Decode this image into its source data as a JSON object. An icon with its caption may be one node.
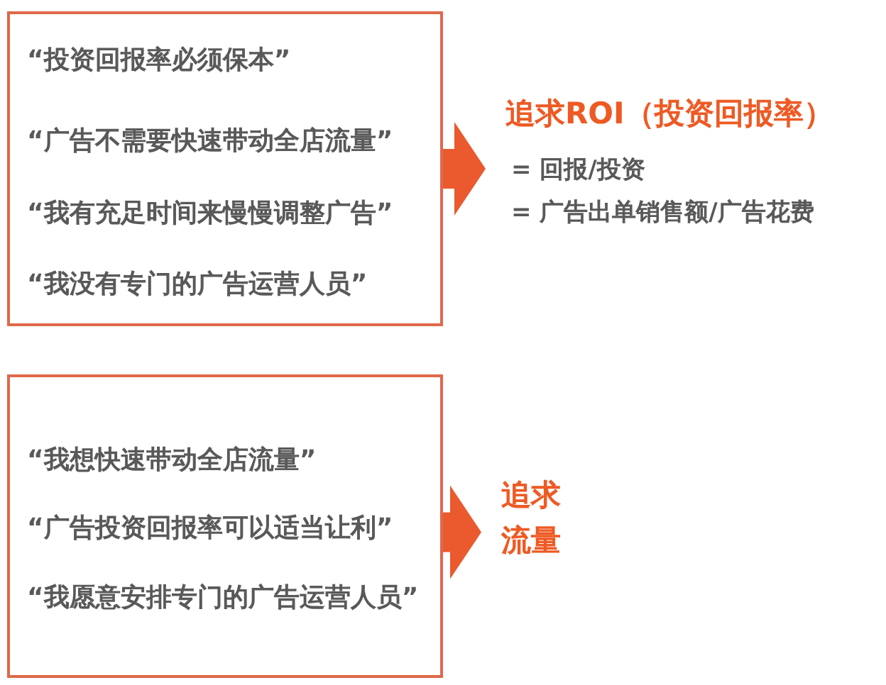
{
  "diagram": {
    "nodes": [
      {
        "text": [
          "“投资回报率必须保本”",
          "“广告不需要快速带动全店流量”",
          "“我有充足时间来慢慢调整广告”",
          "“我没有专门的广告运营人员”"
        ]
      },
      {
        "text": [
          "追求ROI（投资回报率）",
          "= 回报/投资",
          "= 广告出单销售额/广告花费"
        ]
      },
      {
        "text": [
          "“我想快速带动全店流量”",
          "“广告投资回报率可以适当让利”",
          "“我愿意安排专门的广告运营人员”"
        ]
      },
      {
        "text": [
          "追求流量"
        ]
      }
    ],
    "edges": [
      {
        "from": 0,
        "to": 1,
        "arrow": "to"
      },
      {
        "from": 2,
        "to": 3,
        "arrow": "to"
      }
    ]
  }
}
